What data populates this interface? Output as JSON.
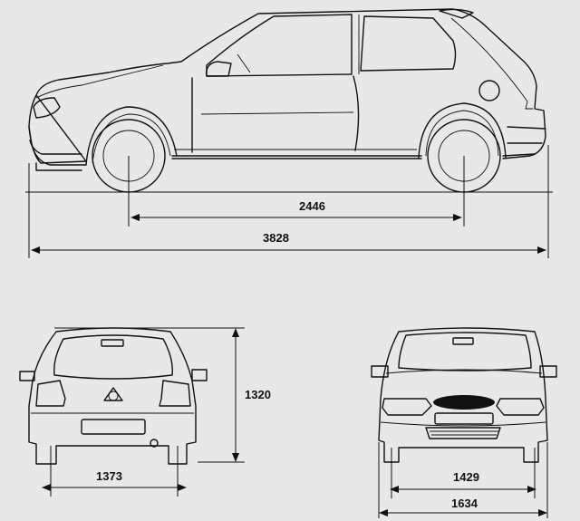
{
  "dimensions": {
    "wheelbase": "2446",
    "overall_length": "3828",
    "height": "1320",
    "rear_track": "1373",
    "front_track": "1429",
    "overall_width": "1634"
  }
}
